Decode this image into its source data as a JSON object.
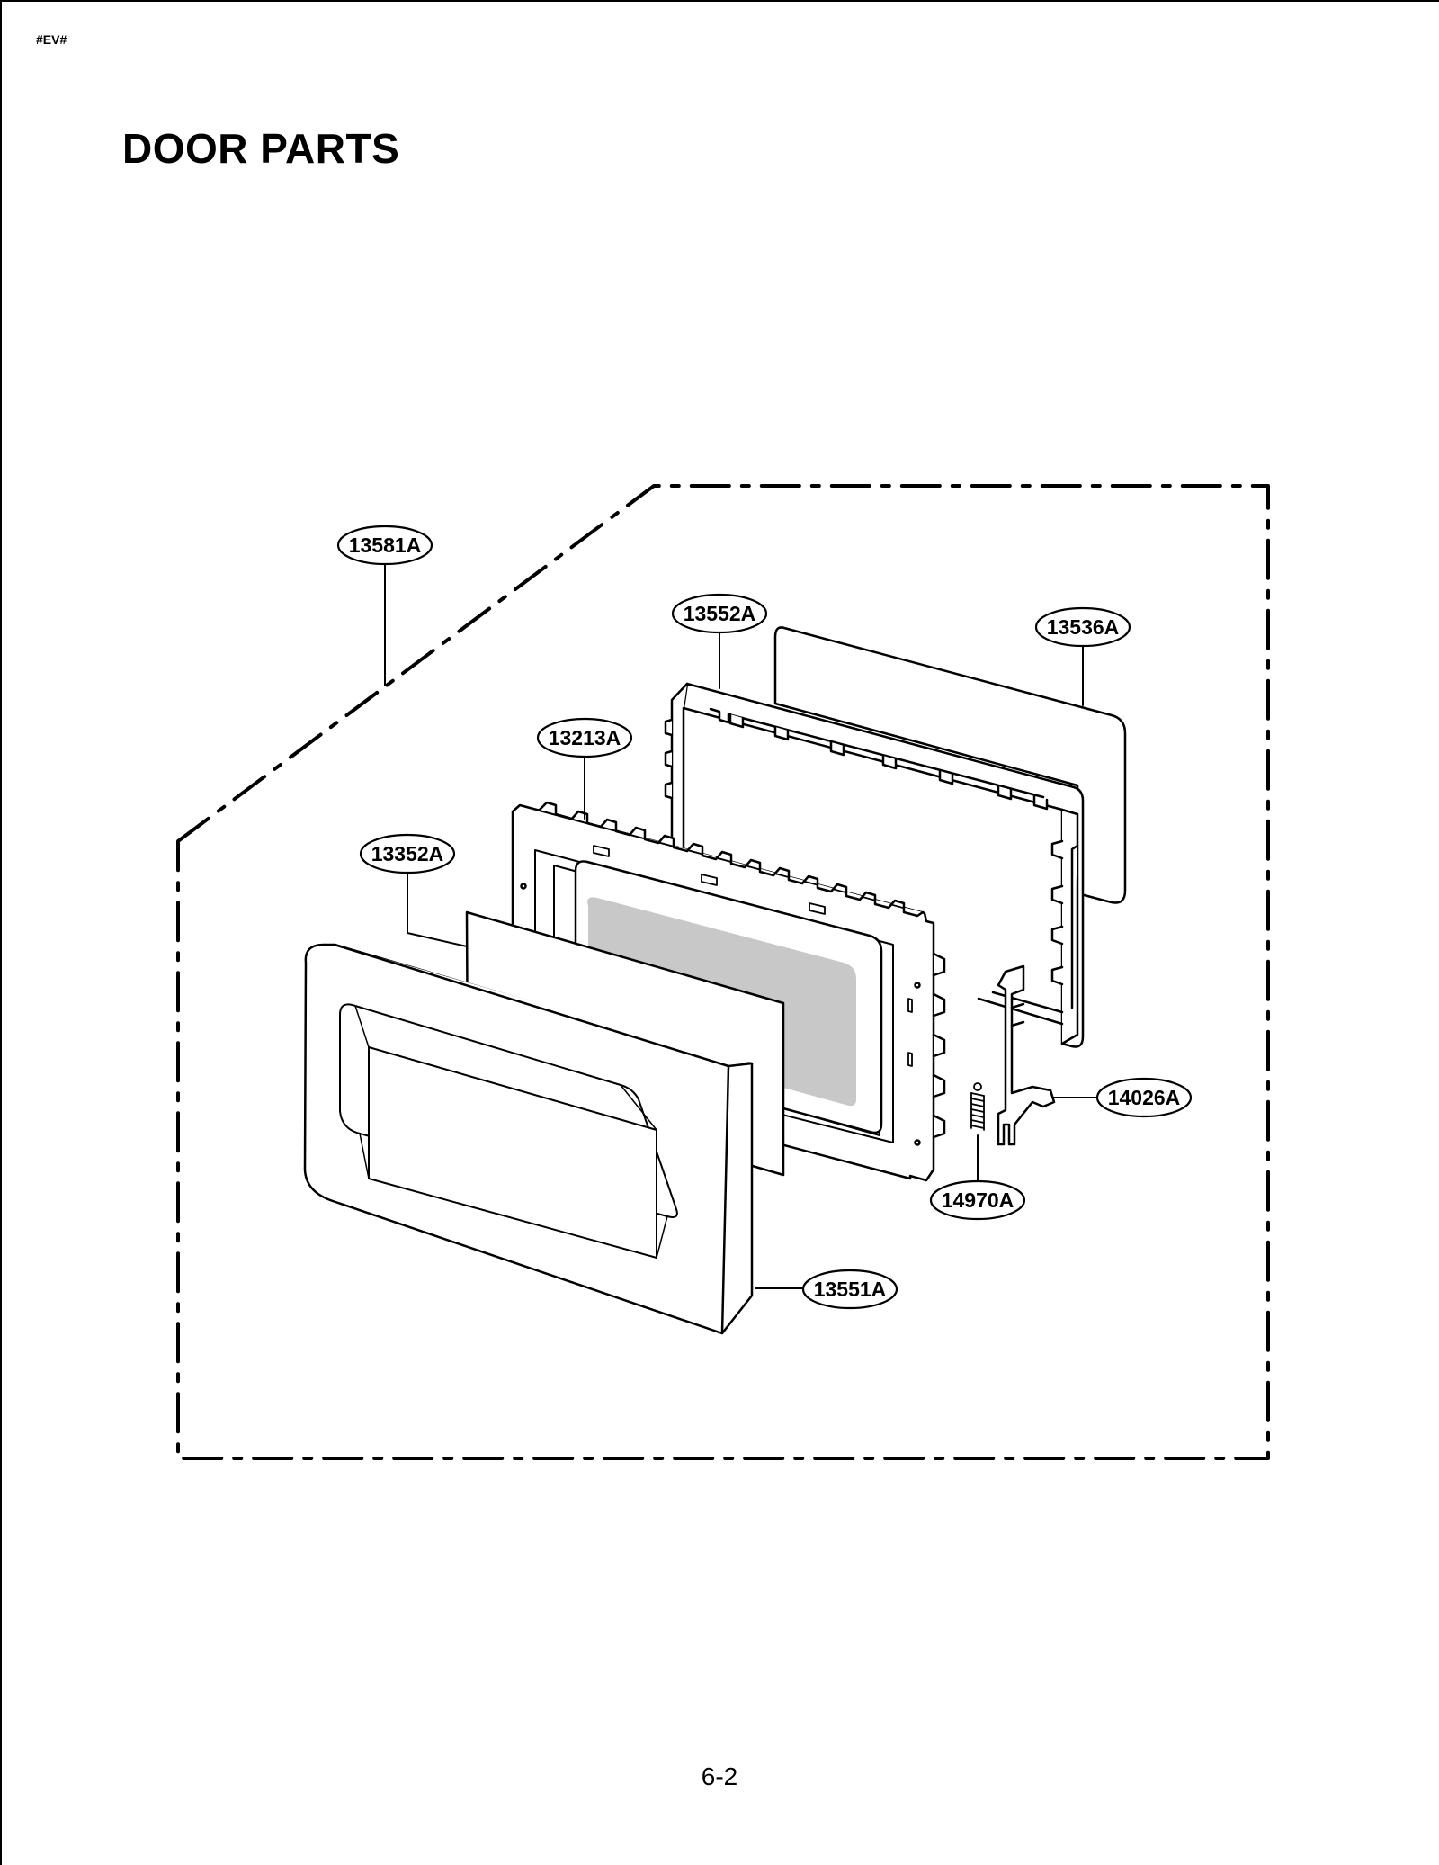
{
  "header": {
    "corner_mark": "#EV#",
    "title": "DOOR PARTS"
  },
  "footer": {
    "page_number": "6-2"
  },
  "callouts": {
    "frame": "13581A",
    "choke_cover": "13552A",
    "screen_cover": "13536A",
    "door_frame": "13213A",
    "glass_panel": "13352A",
    "door_front": "13551A",
    "latch": "14026A",
    "spring": "14970A"
  },
  "colors": {
    "line": "#000000",
    "screen_fill": "#c8c8c8",
    "paper": "#ffffff"
  }
}
